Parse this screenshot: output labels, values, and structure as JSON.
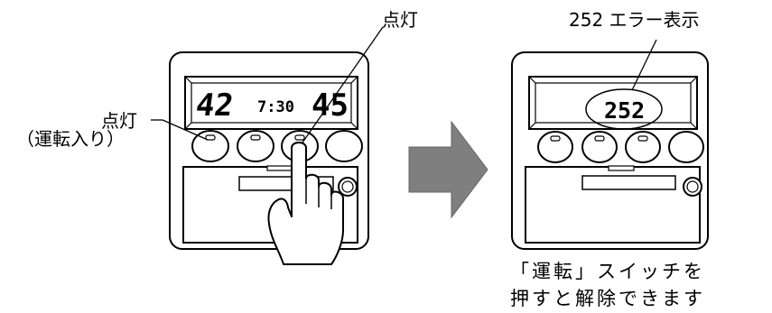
{
  "left_panel": {
    "label_top": "点灯",
    "label_left_line1": "点灯",
    "label_left_line2": "（運転入り）",
    "display_left": "42",
    "display_time": "7:30",
    "display_right": "45"
  },
  "right_panel": {
    "label_top": "252 エラー表示",
    "display_code": "252",
    "caption_line1": "「運転」スイッチを",
    "caption_line2": "押すと解除できます"
  },
  "colors": {
    "arrow": "#7f7f7f",
    "line": "#000000",
    "background": "#ffffff"
  }
}
